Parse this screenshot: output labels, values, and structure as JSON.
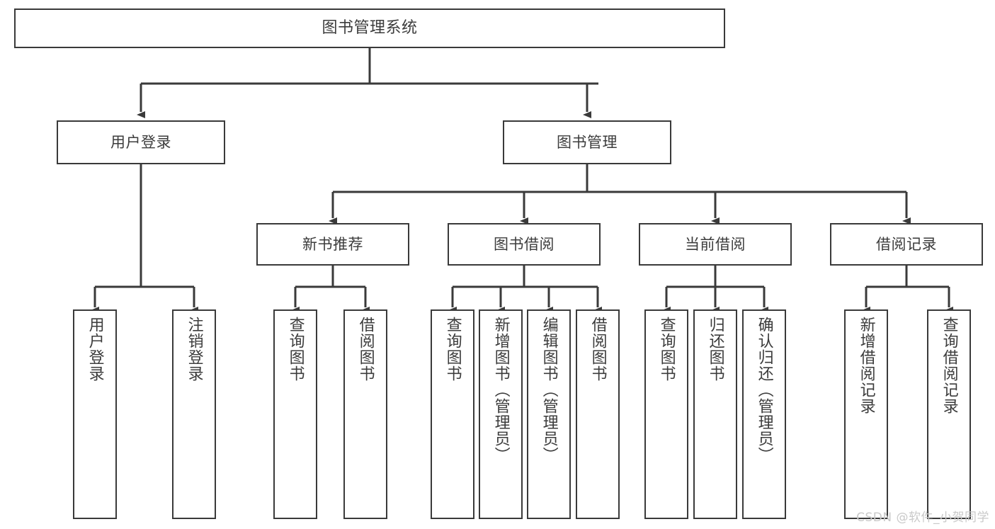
{
  "diagram": {
    "type": "tree-hierarchy-chart",
    "title": "图书管理系统",
    "colors": {
      "box_border": "#3a3a3a",
      "box_fill": "#ffffff",
      "connector": "#3a3a3a",
      "text": "#3c3c3c",
      "watermark": "#c9c9c9",
      "background": "#ffffff"
    },
    "levels": [
      {
        "level": 1,
        "nodes": [
          {
            "id": "root",
            "label": "图书管理系统",
            "orientation": "horizontal"
          }
        ]
      },
      {
        "level": 2,
        "nodes": [
          {
            "id": "user-login",
            "label": "用户登录",
            "orientation": "horizontal",
            "parent": "root"
          },
          {
            "id": "book-mgmt",
            "label": "图书管理",
            "orientation": "horizontal",
            "parent": "root"
          }
        ]
      },
      {
        "level": 3,
        "nodes": [
          {
            "id": "new-book-rec",
            "label": "新书推荐",
            "orientation": "horizontal",
            "parent": "book-mgmt"
          },
          {
            "id": "book-borrow",
            "label": "图书借阅",
            "orientation": "horizontal",
            "parent": "book-mgmt"
          },
          {
            "id": "current-borrow",
            "label": "当前借阅",
            "orientation": "horizontal",
            "parent": "book-mgmt"
          },
          {
            "id": "borrow-record",
            "label": "借阅记录",
            "orientation": "horizontal",
            "parent": "book-mgmt"
          }
        ]
      },
      {
        "level": 4,
        "nodes": [
          {
            "id": "leaf-user-login",
            "label": "用户登录",
            "orientation": "vertical",
            "parent": "user-login"
          },
          {
            "id": "leaf-logout-login",
            "label": "注销登录",
            "orientation": "vertical",
            "parent": "user-login"
          },
          {
            "id": "leaf-query-book-1",
            "label": "查询图书",
            "orientation": "vertical",
            "parent": "new-book-rec"
          },
          {
            "id": "leaf-borrow-book-1",
            "label": "借阅图书",
            "orientation": "vertical",
            "parent": "new-book-rec"
          },
          {
            "id": "leaf-query-book-2",
            "label": "查询图书",
            "orientation": "vertical",
            "parent": "book-borrow"
          },
          {
            "id": "leaf-add-book",
            "label": "新增图书（管理员）",
            "orientation": "vertical",
            "parent": "book-borrow"
          },
          {
            "id": "leaf-edit-book",
            "label": "编辑图书（管理员）",
            "orientation": "vertical",
            "parent": "book-borrow"
          },
          {
            "id": "leaf-borrow-book-2",
            "label": "借阅图书",
            "orientation": "vertical",
            "parent": "book-borrow"
          },
          {
            "id": "leaf-query-book-3",
            "label": "查询图书",
            "orientation": "vertical",
            "parent": "current-borrow"
          },
          {
            "id": "leaf-return-book",
            "label": "归还图书",
            "orientation": "vertical",
            "parent": "current-borrow"
          },
          {
            "id": "leaf-confirm-return",
            "label": "确认归还（管理员）",
            "orientation": "vertical",
            "parent": "current-borrow"
          },
          {
            "id": "leaf-add-record",
            "label": "新增借阅记录",
            "orientation": "vertical",
            "parent": "borrow-record"
          },
          {
            "id": "leaf-query-record",
            "label": "查询借阅记录",
            "orientation": "vertical",
            "parent": "borrow-record"
          }
        ]
      }
    ]
  },
  "watermark": {
    "text": "CSDN @软件_小贺同学"
  }
}
